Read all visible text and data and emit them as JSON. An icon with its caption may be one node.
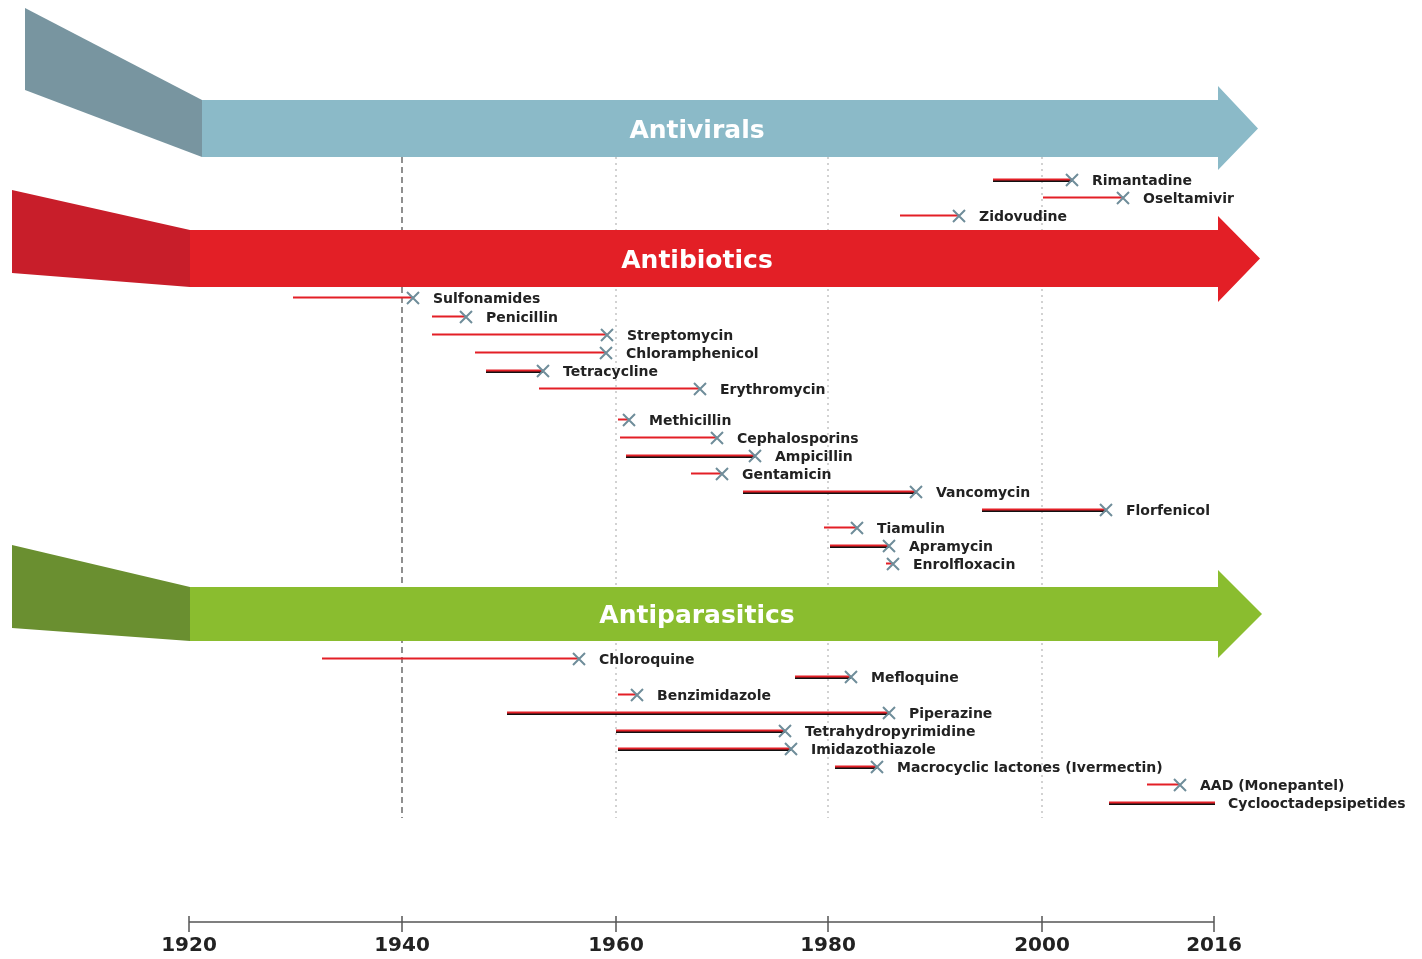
{
  "diagram": {
    "nodes": [
      {
        "text": [
          "Antivirals"
        ]
      },
      {
        "text": [
          "Antibiotics"
        ]
      },
      {
        "text": [
          "Antiparasitics"
        ]
      }
    ],
    "labels": [
      "Rimantadine",
      "Oseltamivir",
      "Zidovudine",
      "Sulfonamides",
      "Penicillin",
      "Streptomycin",
      "Chloramphenicol",
      "Tetracycline",
      "Erythromycin",
      "Methicillin",
      "Cephalosporins",
      "Ampicillin",
      "Gentamicin",
      "Vancomycin",
      "Florfenicol",
      "Tiamulin",
      "Apramycin",
      "Enrolfloxacin",
      "Chloroquine",
      "Mefloquine",
      "Benzimidazole",
      "Piperazine",
      "Tetrahydropyrimidine",
      "Imidazothiazole",
      "Macrocyclic lactones (Ivermectin)",
      "AAD (Monepantel)",
      "Cyclooctadepsipetides",
      "1920",
      "1940",
      "1960",
      "1980",
      "2000",
      "2016"
    ]
  }
}
